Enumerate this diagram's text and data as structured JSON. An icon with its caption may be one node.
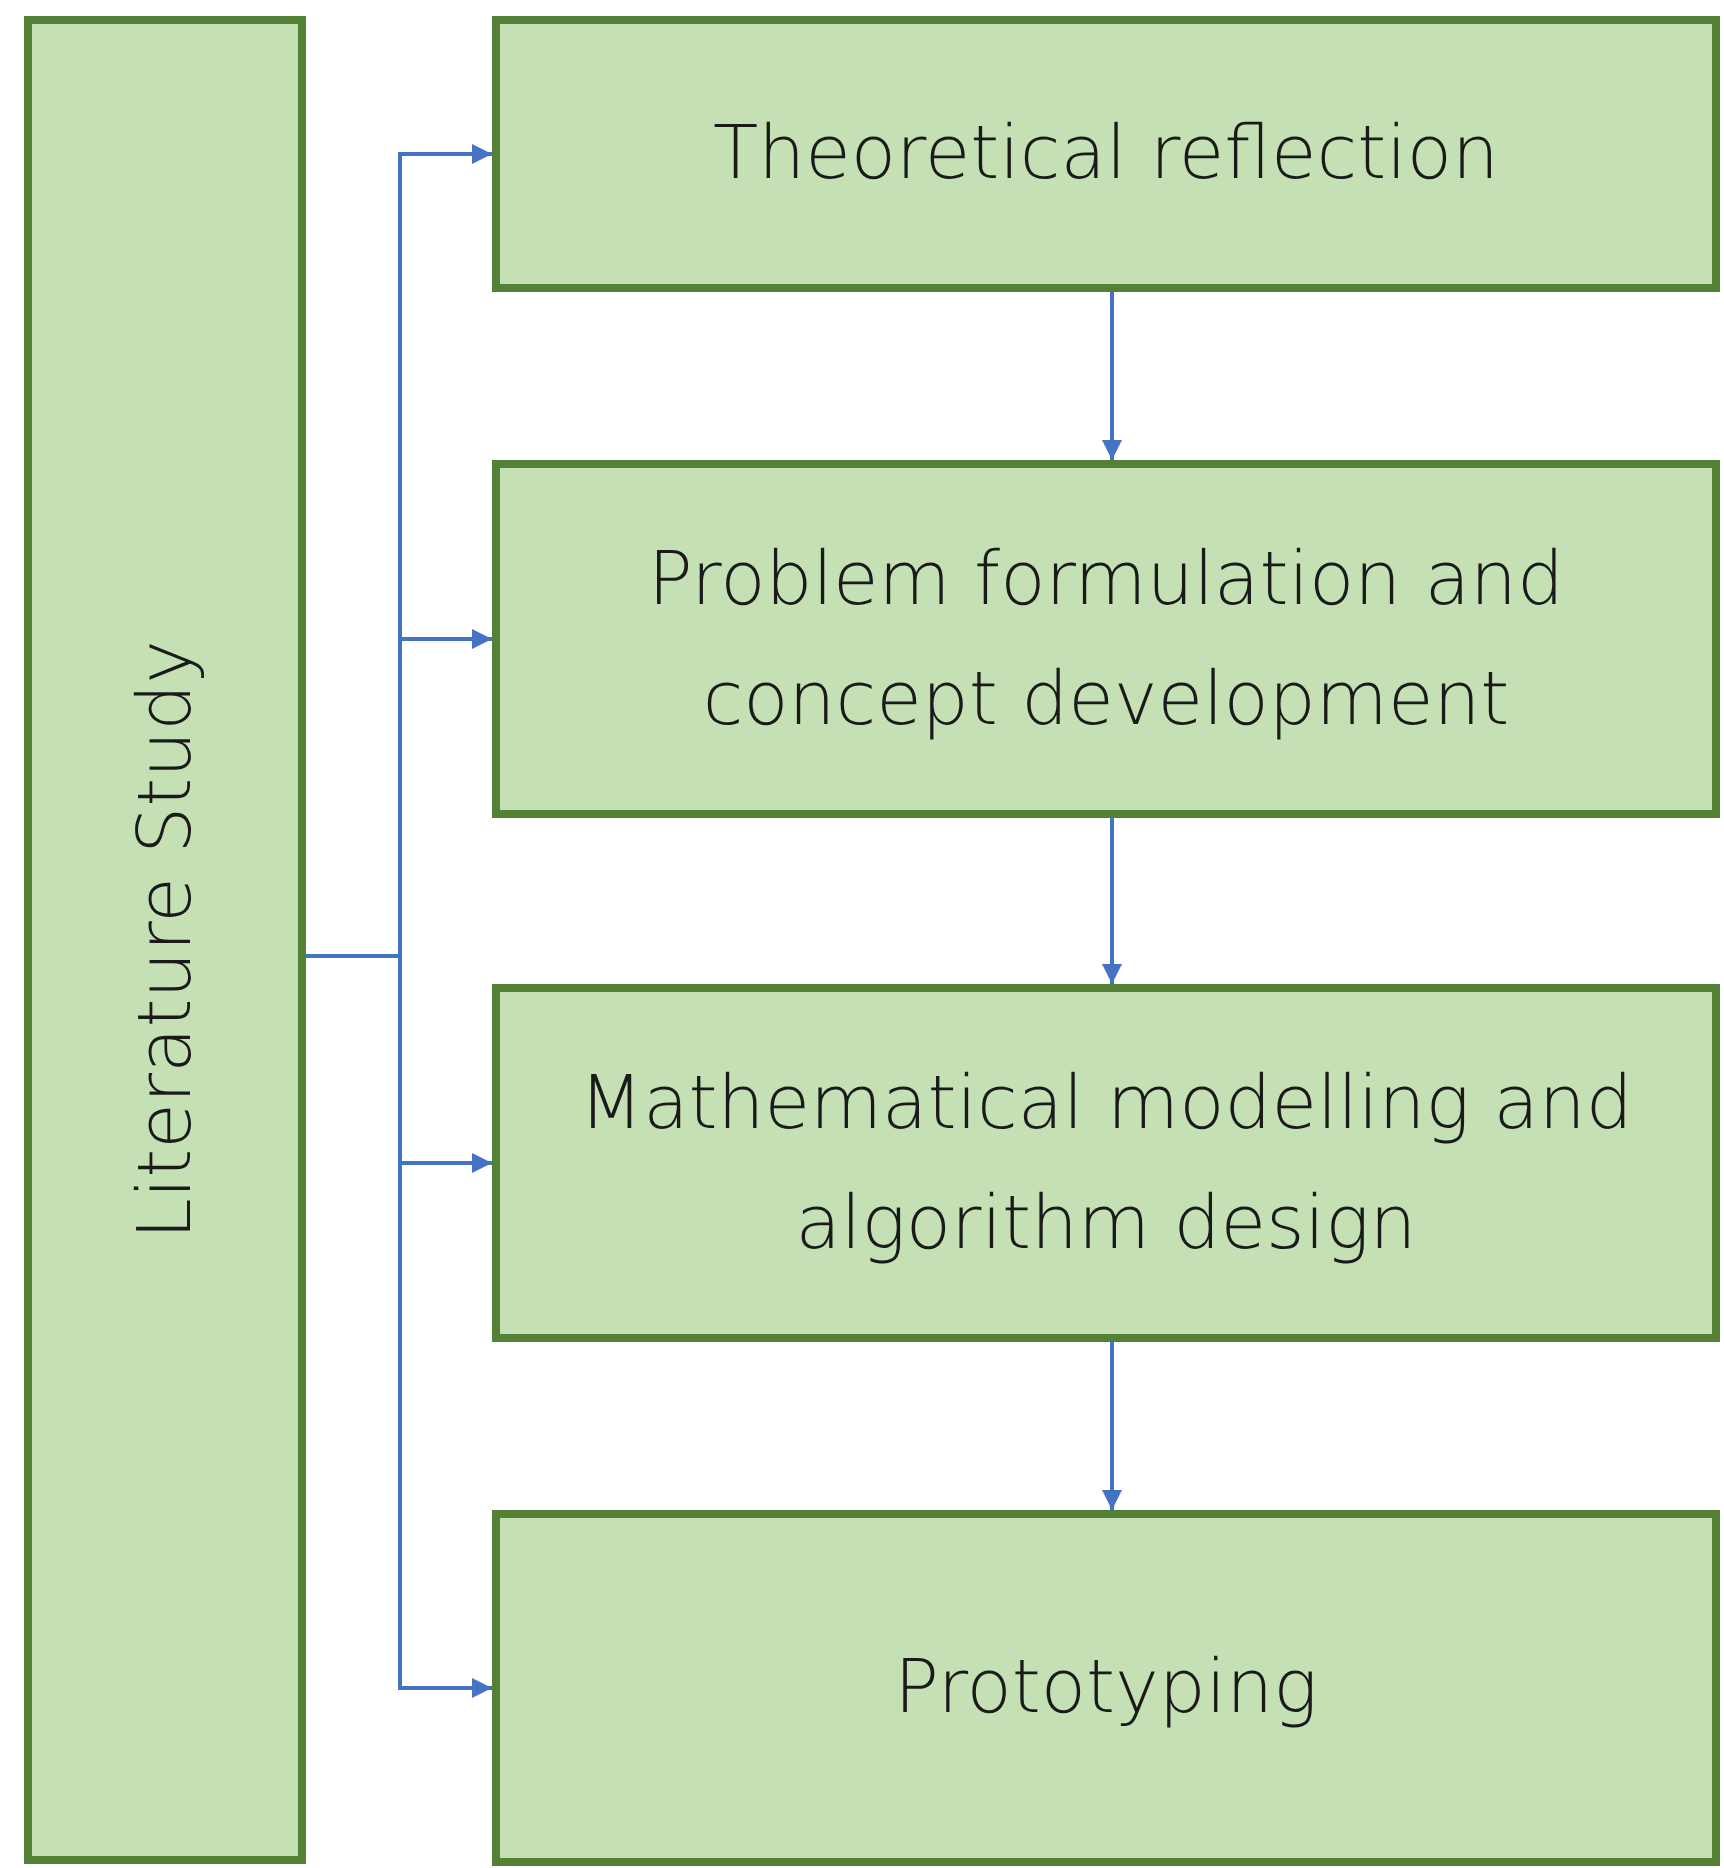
{
  "diagram": {
    "nodes": [
      {
        "text": [
          "Literature Study"
        ]
      },
      {
        "text": [
          "Theoretical reflection"
        ]
      },
      {
        "text": [
          "Problem formulation and concept development"
        ]
      },
      {
        "text": [
          "Mathematical modelling and algorithm design"
        ]
      },
      {
        "text": [
          "Prototyping"
        ]
      }
    ],
    "edges": [
      {
        "from": 0,
        "to": 1,
        "arrow": "to"
      },
      {
        "from": 0,
        "to": 2,
        "arrow": "to"
      },
      {
        "from": 0,
        "to": 3,
        "arrow": "to"
      },
      {
        "from": 0,
        "to": 4,
        "arrow": "to"
      },
      {
        "from": 1,
        "to": 2,
        "arrow": "to"
      },
      {
        "from": 2,
        "to": 3,
        "arrow": "to"
      },
      {
        "from": 3,
        "to": 4,
        "arrow": "to"
      }
    ]
  }
}
